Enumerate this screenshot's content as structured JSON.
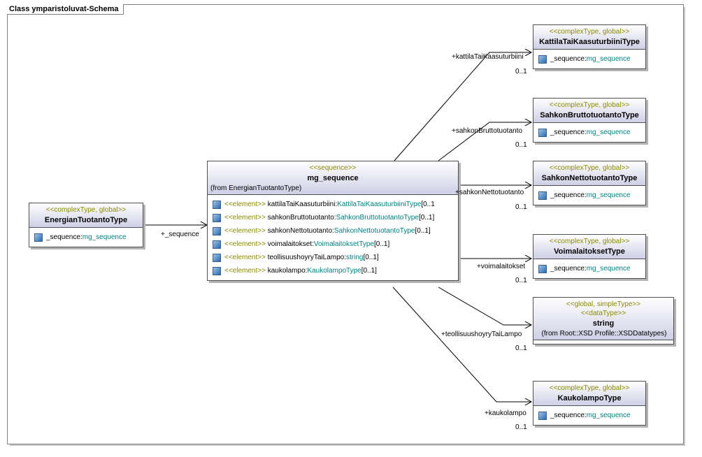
{
  "frame": {
    "title": "Class ymparistoluvat-Schema"
  },
  "energian": {
    "stereotype": "<<complexType, global>>",
    "name": "EnergianTuotantoType",
    "attr_name": "_sequence:",
    "attr_type": "mg_sequence"
  },
  "seq": {
    "stereotype": "<<sequence>>",
    "name": "mg_sequence",
    "from": "(from EnergianTuotantoType)",
    "rows": [
      {
        "st": "<<element>>",
        "name": "kattilaTaiKaasuturbiini:",
        "type": "KattilaTaiKaasuturbiiniType",
        "mult": "[0..1"
      },
      {
        "st": "<<element>>",
        "name": "sahkonBruttotuotanto:",
        "type": "SahkonBruttotuotantoType",
        "mult": "[0..1]"
      },
      {
        "st": "<<element>>",
        "name": "sahkonNettotuotanto:",
        "type": "SahkonNettotuotantoType",
        "mult": "[0..1]"
      },
      {
        "st": "<<element>>",
        "name": "voimalaitokset:",
        "type": "VoimalaitoksetType",
        "mult": "[0..1]"
      },
      {
        "st": "<<element>>",
        "name": "teollisuushoyryTaiLampo:",
        "type": "string",
        "mult": "[0..1]"
      },
      {
        "st": "<<element>>",
        "name": "kaukolampo:",
        "type": "KaukolampoType",
        "mult": "[0..1]"
      }
    ]
  },
  "targets": [
    {
      "stereotype": "<<complexType, global>>",
      "name": "KattilaTaiKaasuturbiiniType",
      "attr_name": "_sequence:",
      "attr_type": "mg_sequence",
      "role": "+kattilaTaiKaasuturbiini",
      "mult": "0..1"
    },
    {
      "stereotype": "<<complexType, global>>",
      "name": "SahkonBruttotuotantoType",
      "attr_name": "_sequence:",
      "attr_type": "mg_sequence",
      "role": "+sahkonBruttotuotanto",
      "mult": "0..1"
    },
    {
      "stereotype": "<<complexType, global>>",
      "name": "SahkonNettotuotantoType",
      "attr_name": "_sequence:",
      "attr_type": "mg_sequence",
      "role": "+sahkonNettotuotanto",
      "mult": "0..1"
    },
    {
      "stereotype": "<<complexType, global>>",
      "name": "VoimalaitoksetType",
      "attr_name": "_sequence:",
      "attr_type": "mg_sequence",
      "role": "+voimalaitokset",
      "mult": "0..1"
    },
    {
      "stereotype": "<<complexType, global>>",
      "name": "KaukolampoType",
      "attr_name": "_sequence:",
      "attr_type": "mg_sequence",
      "role": "+kaukolampo",
      "mult": "0..1"
    }
  ],
  "string_type": {
    "stereotype1": "<<global, simpleType>>",
    "stereotype2": "<<dataType>>",
    "name": "string",
    "from": "(from Root::XSD Profile::XSDDatatypes)",
    "role": "+teollisuushoyryTaiLampo",
    "mult": "0..1"
  },
  "assoc": {
    "role": "+_sequence"
  }
}
